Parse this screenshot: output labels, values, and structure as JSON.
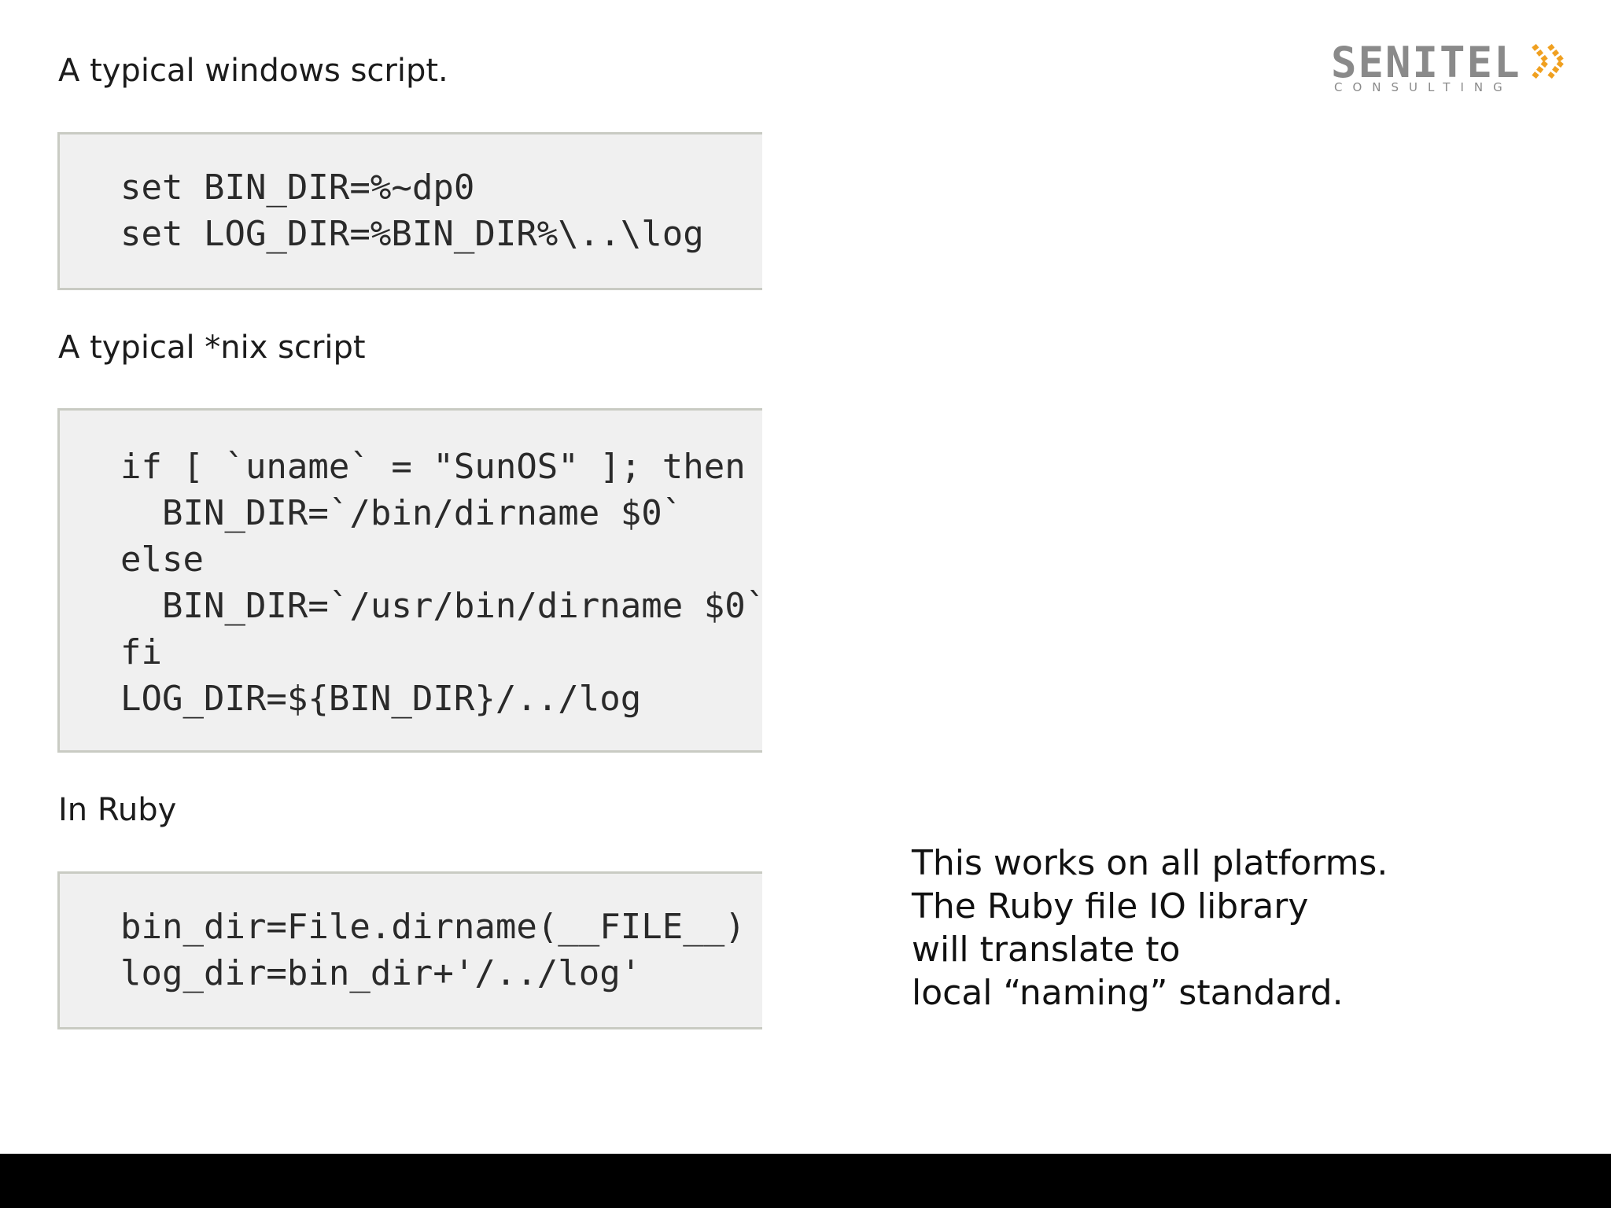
{
  "logo": {
    "wordmark": "SENITEL",
    "tagline": "CONSULTING",
    "icon": "double-chevron-right-icon",
    "colors": {
      "wordmark": "#8a8a8a",
      "accent": "#f0a020"
    }
  },
  "sections": [
    {
      "heading": "A typical windows script.",
      "code": [
        "set BIN_DIR=%~dp0",
        "set LOG_DIR=%BIN_DIR%\\..\\log"
      ]
    },
    {
      "heading": "A typical *nix script",
      "code": [
        "if [ `uname` = \"SunOS\" ]; then",
        "  BIN_DIR=`/bin/dirname $0`",
        "else",
        "  BIN_DIR=`/usr/bin/dirname $0`",
        "fi",
        "LOG_DIR=${BIN_DIR}/../log"
      ]
    },
    {
      "heading": "In Ruby",
      "code": [
        "bin_dir=File.dirname(__FILE__)",
        "log_dir=bin_dir+'/../log'"
      ]
    }
  ],
  "note": {
    "lines": [
      "This works on all platforms.",
      "The Ruby file IO library",
      "will translate to",
      "local “naming” standard."
    ]
  },
  "colors": {
    "code_background": "#f0f0f0",
    "code_border": "#c9cbc3",
    "footer_bar": "#000000"
  }
}
